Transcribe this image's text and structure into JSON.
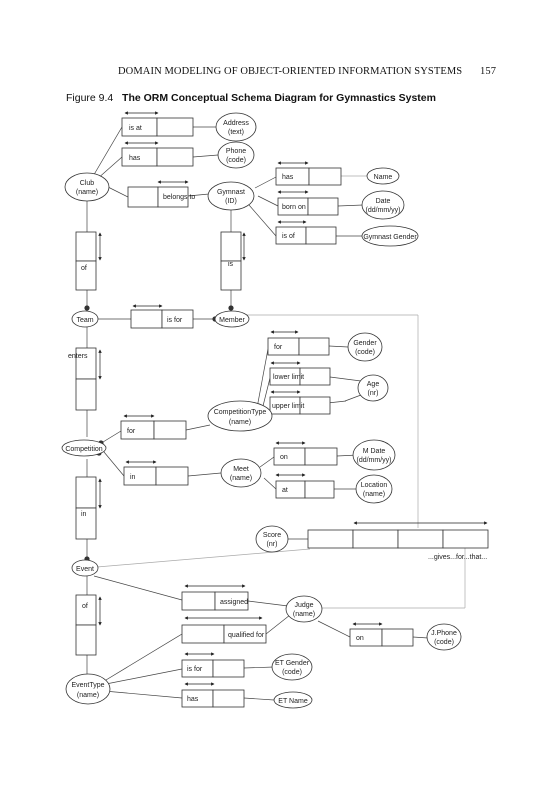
{
  "header": {
    "running_title": "DOMAIN MODELING OF OBJECT-ORIENTED INFORMATION SYSTEMS",
    "page_number": "157"
  },
  "caption": {
    "figure": "Figure 9.4",
    "title": "The ORM Conceptual Schema Diagram for Gymnastics System"
  },
  "entities": {
    "address": [
      "Address",
      "(text)"
    ],
    "phone": [
      "Phone",
      "(code)"
    ],
    "club": [
      "Club",
      "(name)"
    ],
    "gymnast": [
      "Gymnast",
      "(ID)"
    ],
    "name": [
      "Name"
    ],
    "date": [
      "Date",
      "(dd/mm/yy)"
    ],
    "gymnast_gender": [
      "Gymnast Gender"
    ],
    "team": [
      "Team"
    ],
    "member": [
      "Member"
    ],
    "gender": [
      "Gender",
      "(code)"
    ],
    "age": [
      "Age",
      "(nr)"
    ],
    "competition_type": [
      "CompetitionType",
      "(name)"
    ],
    "competition": [
      "Competition"
    ],
    "meet": [
      "Meet",
      "(name)"
    ],
    "m_date": [
      "M Date",
      "(dd/mm/yy)"
    ],
    "location": [
      "Location",
      "(name)"
    ],
    "score": [
      "Score",
      "(nr)"
    ],
    "event": [
      "Event"
    ],
    "judge": [
      "Judge",
      "(name)"
    ],
    "j_phone": [
      "J.Phone",
      "(code)"
    ],
    "event_type": [
      "EventType",
      "(name)"
    ],
    "et_gender": [
      "ET Gender",
      "(code)"
    ],
    "et_name": [
      "ET Name"
    ]
  },
  "roles": {
    "is_at": "is at",
    "has_phone": "has",
    "belongs_to": "belongs to",
    "has_name": "has",
    "born_on": "born on",
    "is_of": "is of",
    "club_of": "of",
    "gym_is": "is",
    "is_for_team": "is for",
    "for_gender": "for",
    "lower_limit": "lower limit",
    "upper_limit": "upper limit",
    "enters": "enters",
    "comp_for": "for",
    "comp_in": "in",
    "on": "on",
    "at": "at",
    "event_in": "in",
    "gives_for_that": "...gives...for...that...",
    "of_event": "of",
    "assigned": "assigned",
    "qualified_for": "qualified for",
    "judge_on": "on",
    "is_for_et": "is for",
    "has_et": "has"
  }
}
